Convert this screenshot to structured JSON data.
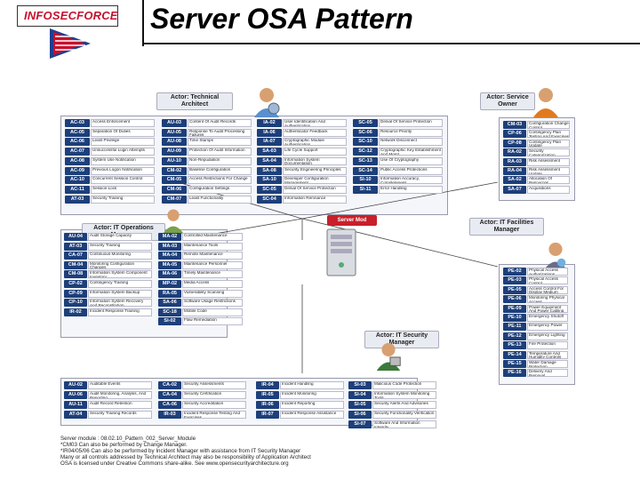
{
  "header": {
    "logo_text": "INFOSECFORCE",
    "title": "Server OSA Pattern"
  },
  "center": {
    "label": "Server Mod"
  },
  "actors": {
    "tech_architect": "Actor: Technical Architect",
    "service_owner": "Actor: Service Owner",
    "it_operations": "Actor: IT Operations Manager",
    "it_facilities": "Actor: IT Facilities Manager",
    "it_security": "Actor: IT Security Manager"
  },
  "groups": {
    "tech_col1": [
      {
        "code": "AC-03",
        "desc": "Access Enforcement"
      },
      {
        "code": "AC-05",
        "desc": "Separation Of Duties"
      },
      {
        "code": "AC-06",
        "desc": "Least Privilege"
      },
      {
        "code": "AC-07",
        "desc": "Unsuccessful Login Attempts"
      },
      {
        "code": "AC-08",
        "desc": "System Use Notification"
      },
      {
        "code": "AC-09",
        "desc": "Previous Logon Notification"
      },
      {
        "code": "AC-10",
        "desc": "Concurrent Session Control"
      },
      {
        "code": "AC-11",
        "desc": "Session Lock"
      },
      {
        "code": "AT-03",
        "desc": "Security Training"
      }
    ],
    "tech_col2": [
      {
        "code": "AU-03",
        "desc": "Content Of Audit Records"
      },
      {
        "code": "AU-05",
        "desc": "Response To Audit Processing Failures"
      },
      {
        "code": "AU-08",
        "desc": "Time Stamps"
      },
      {
        "code": "AU-09",
        "desc": "Protection Of Audit Information"
      },
      {
        "code": "AU-10",
        "desc": "Non-Repudiation"
      },
      {
        "code": "CM-02",
        "desc": "Baseline Configuration"
      },
      {
        "code": "CM-05",
        "desc": "Access Restrictions For Change"
      },
      {
        "code": "CM-06",
        "desc": "Configuration Settings"
      },
      {
        "code": "CM-07",
        "desc": "Least Functionality"
      }
    ],
    "tech_col3": [
      {
        "code": "IA-02",
        "desc": "User Identification And Authentication"
      },
      {
        "code": "IA-06",
        "desc": "Authenticator Feedback"
      },
      {
        "code": "IA-07",
        "desc": "Cryptographic Module Authentication"
      },
      {
        "code": "SA-03",
        "desc": "Life Cycle Support"
      },
      {
        "code": "SA-04",
        "desc": "Information System Documentation"
      },
      {
        "code": "SA-08",
        "desc": "Security Engineering Principles"
      },
      {
        "code": "SA-10",
        "desc": "Developer Configuration Management"
      },
      {
        "code": "SC-05",
        "desc": "Denial Of Service Protection"
      },
      {
        "code": "SC-04",
        "desc": "Information Remnance"
      }
    ],
    "tech_col4": [
      {
        "code": "SC-05",
        "desc": "Denial Of Service Protection"
      },
      {
        "code": "SC-06",
        "desc": "Resource Priority"
      },
      {
        "code": "SC-10",
        "desc": "Network Disconnect"
      },
      {
        "code": "SC-12",
        "desc": "Cryptographic Key Establishment And Mgmt"
      },
      {
        "code": "SC-13",
        "desc": "Use Of Cryptography"
      },
      {
        "code": "SC-14",
        "desc": "Public Access Protections"
      },
      {
        "code": "SI-10",
        "desc": "Information Accuracy, Completeness"
      },
      {
        "code": "SI-11",
        "desc": "Error Handling"
      }
    ],
    "service_owner": [
      {
        "code": "CM-03",
        "desc": "Configuration Change Control"
      },
      {
        "code": "CP-06",
        "desc": "Contingency Plan Testing And Exercises"
      },
      {
        "code": "CP-08",
        "desc": "Contingency Plan Update"
      },
      {
        "code": "RA-02",
        "desc": "Security Categorization"
      },
      {
        "code": "RA-03",
        "desc": "Risk Assessment"
      },
      {
        "code": "RA-04",
        "desc": "Risk Assessment Update"
      },
      {
        "code": "SA-02",
        "desc": "Allocation Of Resources"
      },
      {
        "code": "SA-07",
        "desc": "Acquisitions"
      }
    ],
    "ops_col1": [
      {
        "code": "AU-04",
        "desc": "Audit Storage Capacity"
      },
      {
        "code": "AT-03",
        "desc": "Security Training"
      },
      {
        "code": "CA-07",
        "desc": "Continuous Monitoring"
      },
      {
        "code": "CM-04",
        "desc": "Monitoring Configuration Changes"
      },
      {
        "code": "CM-08",
        "desc": "Information System Component Inventory"
      },
      {
        "code": "CP-02",
        "desc": "Contingency Training"
      },
      {
        "code": "CP-09",
        "desc": "Information System Backup"
      },
      {
        "code": "CP-10",
        "desc": "Information System Recovery And Reconstitution"
      },
      {
        "code": "IR-02",
        "desc": "Incident Response Training"
      }
    ],
    "ops_col2": [
      {
        "code": "MA-02",
        "desc": "Controlled Maintenance"
      },
      {
        "code": "MA-03",
        "desc": "Maintenance Tools"
      },
      {
        "code": "MA-04",
        "desc": "Remote Maintenance"
      },
      {
        "code": "MA-05",
        "desc": "Maintenance Personnel"
      },
      {
        "code": "MA-06",
        "desc": "Timely Maintenance"
      },
      {
        "code": "MP-02",
        "desc": "Media Access"
      },
      {
        "code": "RA-05",
        "desc": "Vulnerability Scanning"
      },
      {
        "code": "SA-06",
        "desc": "Software Usage Restrictions"
      },
      {
        "code": "SC-18",
        "desc": "Mobile Code"
      },
      {
        "code": "SI-02",
        "desc": "Flaw Remediation"
      }
    ],
    "facilities": [
      {
        "code": "PE-02",
        "desc": "Physical Access Authorizations"
      },
      {
        "code": "PE-03",
        "desc": "Physical Access Control"
      },
      {
        "code": "PE-05",
        "desc": "Access Control For Display Medium"
      },
      {
        "code": "PE-06",
        "desc": "Monitoring Physical Access"
      },
      {
        "code": "PE-09",
        "desc": "Power Equipment And Power Cabling"
      },
      {
        "code": "PE-10",
        "desc": "Emergency Shutoff"
      },
      {
        "code": "PE-11",
        "desc": "Emergency Power"
      },
      {
        "code": "PE-12",
        "desc": "Emergency Lighting"
      },
      {
        "code": "PE-13",
        "desc": "Fire Protection"
      },
      {
        "code": "PE-14",
        "desc": "Temperature And Humidity Controls"
      },
      {
        "code": "PE-15",
        "desc": "Water Damage Protection"
      },
      {
        "code": "PE-16",
        "desc": "Delivery And Removal"
      }
    ],
    "sec_col1": [
      {
        "code": "AU-02",
        "desc": "Auditable Events"
      },
      {
        "code": "AU-06",
        "desc": "Audit Monitoring, Analysis, And Reporting"
      },
      {
        "code": "AU-11",
        "desc": "Audit Record Retention"
      },
      {
        "code": "AT-04",
        "desc": "Security Training Records"
      }
    ],
    "sec_col2": [
      {
        "code": "CA-02",
        "desc": "Security Assessments"
      },
      {
        "code": "CA-04",
        "desc": "Security Certification"
      },
      {
        "code": "CA-06",
        "desc": "Security Accreditation"
      },
      {
        "code": "IR-03",
        "desc": "Incident Response Testing And Exercises"
      }
    ],
    "sec_col3": [
      {
        "code": "IR-04",
        "desc": "Incident Handling"
      },
      {
        "code": "IR-05",
        "desc": "Incident Monitoring"
      },
      {
        "code": "IR-06",
        "desc": "Incident Reporting"
      },
      {
        "code": "IR-07",
        "desc": "Incident Response Assistance"
      }
    ],
    "sec_col4": [
      {
        "code": "SI-03",
        "desc": "Malicious Code Protection"
      },
      {
        "code": "SI-04",
        "desc": "Information System Monitoring Tools"
      },
      {
        "code": "SI-05",
        "desc": "Security Alerts And Advisories"
      },
      {
        "code": "SI-06",
        "desc": "Security Functionality Verification"
      },
      {
        "code": "SI-07",
        "desc": "Software And Information Integrity"
      }
    ]
  },
  "notes": [
    "Server module : 08.02.10_Pattern_002_Server_Module",
    "*CM03 Can also be performed by Change Manager.",
    "*IR04/05/06 Can also be performed by Incident Manager with assistance from IT Security Manager",
    "Many or all controls addressed by Technical Architect may also be responsibility of Application Architect",
    "OSA is licensed under Creative Commons share-alike. See www.opensecurityarchitecture.org"
  ],
  "colors": {
    "code_bg": "#1d3f7a",
    "server_bg": "#c8202a",
    "line": "#444444"
  },
  "icons": [
    "person-icon",
    "server-icon"
  ]
}
